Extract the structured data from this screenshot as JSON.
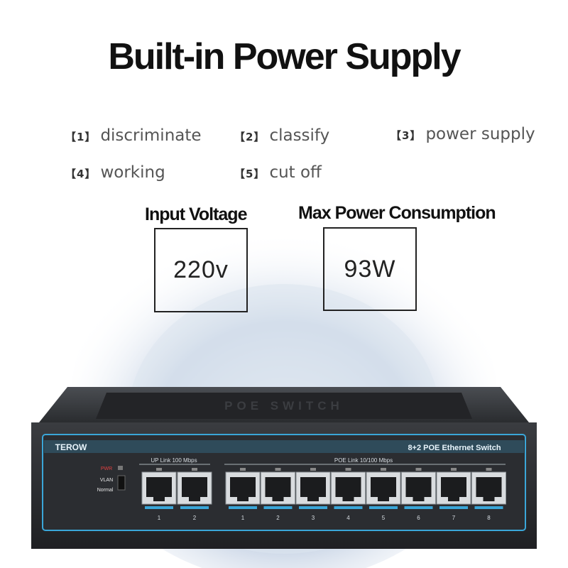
{
  "headline": "Built-in Power Supply",
  "steps": [
    {
      "num": "【1】",
      "label": "discriminate"
    },
    {
      "num": "【2】",
      "label": "classify"
    },
    {
      "num": "【3】",
      "label": "power supply"
    },
    {
      "num": "【4】",
      "label": "working"
    },
    {
      "num": "【5】",
      "label": "cut off"
    }
  ],
  "specs": {
    "input_voltage": {
      "label": "Input Voltage",
      "value": "220v"
    },
    "max_power": {
      "label": "Max Power Consumption",
      "value": "93W"
    }
  },
  "device": {
    "top_label": "POE SWITCH",
    "brand": "TEROW",
    "model": "8+2 POE Ethernet Switch",
    "uplink_label": "UP Link 100 Mbps",
    "poe_label": "POE Link 10/100 Mbps",
    "led_pwr": "PWR",
    "switch_vlan": "VLAN",
    "switch_normal": "Normal",
    "uplink_ports": [
      "1",
      "2"
    ],
    "poe_ports": [
      "1",
      "2",
      "3",
      "4",
      "5",
      "6",
      "7",
      "8"
    ]
  },
  "colors": {
    "background": "#ffffff",
    "glow": "#c7d3e3",
    "device_body": "#2f3134",
    "panel_accent": "#3aa6d8"
  }
}
